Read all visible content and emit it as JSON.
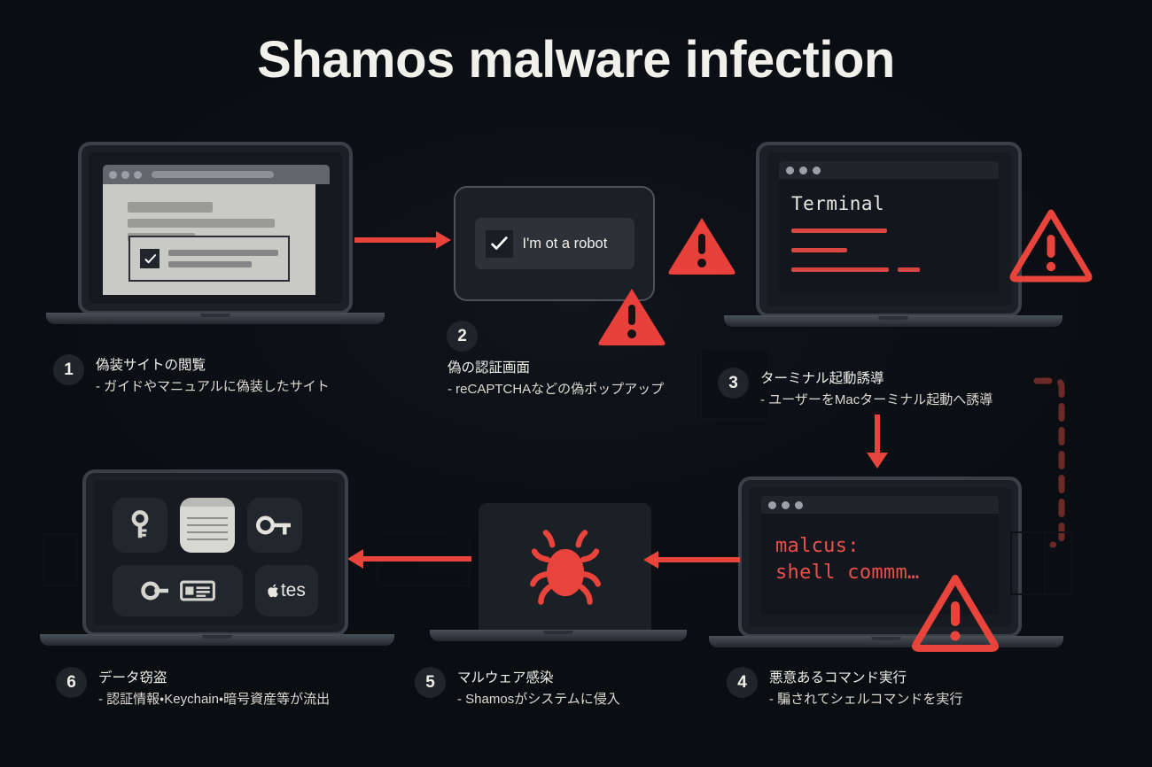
{
  "title": "Shamos malware infection",
  "colors": {
    "background": "#0a0d12",
    "accent_red": "#e8504a",
    "arrow_red": "#e8443c",
    "dashed_red": "#6b2a26",
    "text_light": "#f0eee9",
    "panel": "#171b21",
    "badge": "#20242b"
  },
  "steps": [
    {
      "number": "1",
      "title": "偽装サイトの閲覧",
      "subtitle": "- ガイドやマニュアルに偽装したサイト"
    },
    {
      "number": "2",
      "title": "偽の認証画面",
      "subtitle": "- reCAPTCHAなどの偽ポップアップ"
    },
    {
      "number": "3",
      "title": "ターミナル起動誘導",
      "subtitle": "- ユーザーをMacターミナル起動へ誘導"
    },
    {
      "number": "4",
      "title": "悪意あるコマンド実行",
      "subtitle": "- 騙されてシェルコマンドを実行"
    },
    {
      "number": "5",
      "title": "マルウェア感染",
      "subtitle": "- Shamosがシステムに侵入"
    },
    {
      "number": "6",
      "title": "データ窃盗",
      "subtitle": "- 認証情報・Keychain・暗号資産等が流出"
    }
  ],
  "captcha": {
    "label": "I'm ot a robot",
    "checked": true
  },
  "terminal_step3": {
    "title": "Terminal"
  },
  "terminal_step4": {
    "line1": "malcus:",
    "line2": "shell commm…"
  },
  "app_icons": [
    {
      "name": "key-icon",
      "label": ""
    },
    {
      "name": "notes-icon",
      "label": ""
    },
    {
      "name": "keychain-key-icon",
      "label": ""
    },
    {
      "name": "access-key-icon",
      "label": ""
    },
    {
      "name": "id-card-icon",
      "label": ""
    },
    {
      "name": "apple-notes-icon",
      "label": "tes"
    }
  ],
  "malware_icon": "bug-icon",
  "warnings": [
    {
      "name": "warning-triangle-filled-step2a",
      "style": "filled"
    },
    {
      "name": "warning-triangle-filled-step2b",
      "style": "filled"
    },
    {
      "name": "warning-triangle-outline-step3",
      "style": "outline"
    },
    {
      "name": "warning-triangle-outline-step4",
      "style": "outline"
    }
  ]
}
